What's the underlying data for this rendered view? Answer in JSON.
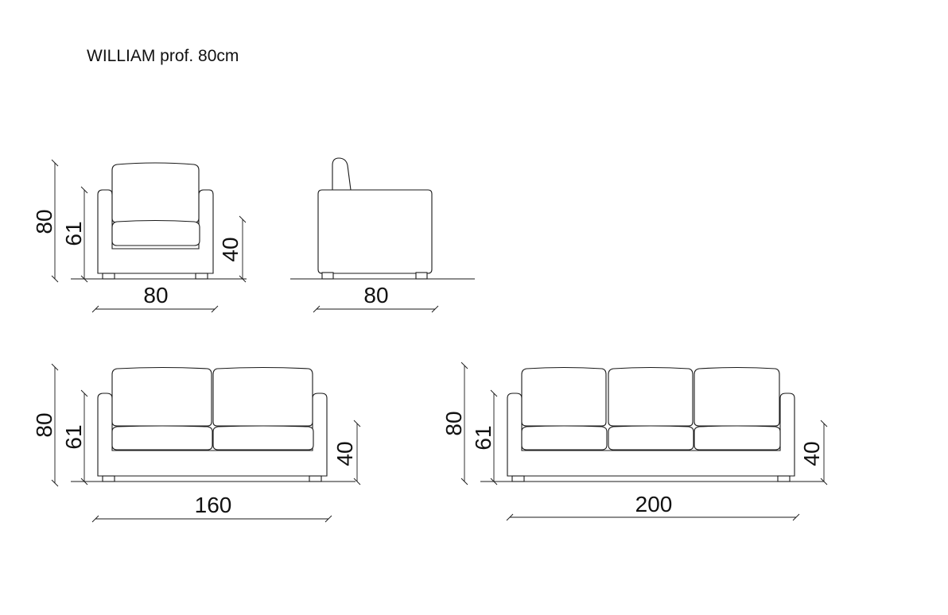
{
  "title": "WILLIAM prof. 80cm",
  "armchair_front": {
    "height_total": "80",
    "height_back_arm": "61",
    "height_seat": "40",
    "width": "80"
  },
  "armchair_side": {
    "depth": "80"
  },
  "sofa_2_seat": {
    "height_total": "80",
    "height_back_arm": "61",
    "height_seat": "40",
    "width": "160"
  },
  "sofa_3_seat": {
    "height_total": "80",
    "height_back_arm": "61",
    "height_seat": "40",
    "width": "200"
  }
}
